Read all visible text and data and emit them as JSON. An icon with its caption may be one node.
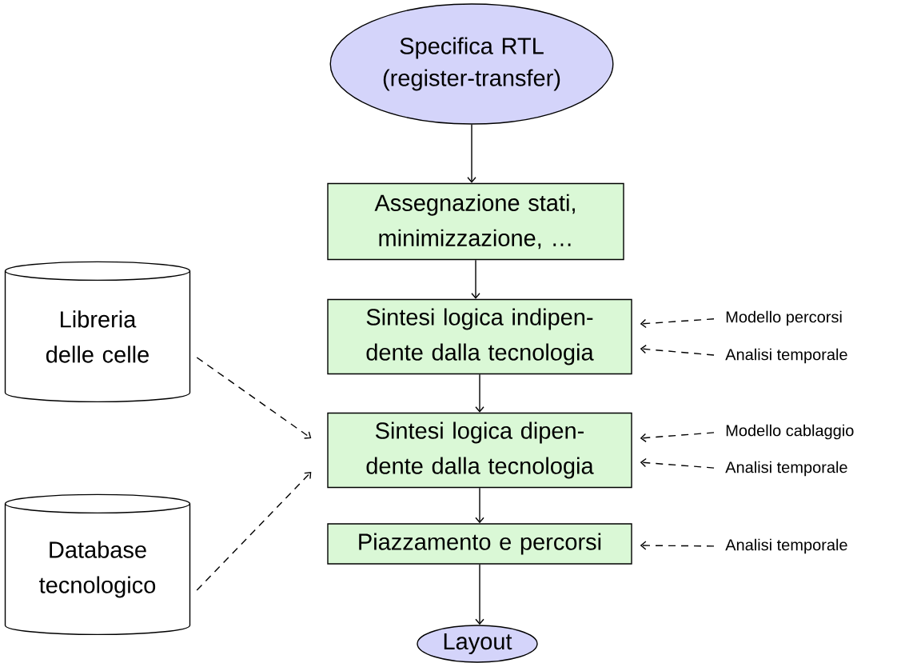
{
  "diagram": {
    "nodes": [
      {
        "text": [
          "Specifica RTL (register-transfer)"
        ]
      },
      {
        "text": [
          "Assegnazione stati, minimizzazione, …"
        ]
      },
      {
        "text": [
          "Sintesi logica indipen- dente dalla tecnologia"
        ]
      },
      {
        "text": [
          "Sintesi logica dipen- dente dalla tecnologia"
        ]
      },
      {
        "text": [
          "Piazzamento e percorsi"
        ]
      },
      {
        "text": [
          "Layout"
        ]
      },
      {
        "text": [
          "Libreria delle celle"
        ]
      },
      {
        "text": [
          "Database tecnologico"
        ]
      },
      {
        "text": [
          "Modello percorsi"
        ]
      },
      {
        "text": [
          "Analisi temporale"
        ]
      },
      {
        "text": [
          "Modello cablaggio"
        ]
      },
      {
        "text": [
          "Analisi temporale"
        ]
      },
      {
        "text": [
          "Analisi temporale"
        ]
      }
    ],
    "edges": [
      {
        "from": 0,
        "to": 1,
        "arrow": "to"
      },
      {
        "from": 1,
        "to": 2,
        "arrow": "to"
      },
      {
        "from": 2,
        "to": 3,
        "arrow": "to"
      },
      {
        "from": 3,
        "to": 4,
        "arrow": "to"
      },
      {
        "from": 4,
        "to": 5,
        "arrow": "to"
      },
      {
        "from": 6,
        "to": 3,
        "arrow": "to",
        "style": "dashed"
      },
      {
        "from": 7,
        "to": 3,
        "arrow": "to",
        "style": "dashed"
      },
      {
        "from": 8,
        "to": 2,
        "arrow": "to",
        "style": "dashed"
      },
      {
        "from": 9,
        "to": 2,
        "arrow": "to",
        "style": "dashed"
      },
      {
        "from": 10,
        "to": 3,
        "arrow": "to",
        "style": "dashed"
      },
      {
        "from": 11,
        "to": 3,
        "arrow": "to",
        "style": "dashed"
      },
      {
        "from": 12,
        "to": 4,
        "arrow": "to",
        "style": "dashed"
      }
    ]
  }
}
